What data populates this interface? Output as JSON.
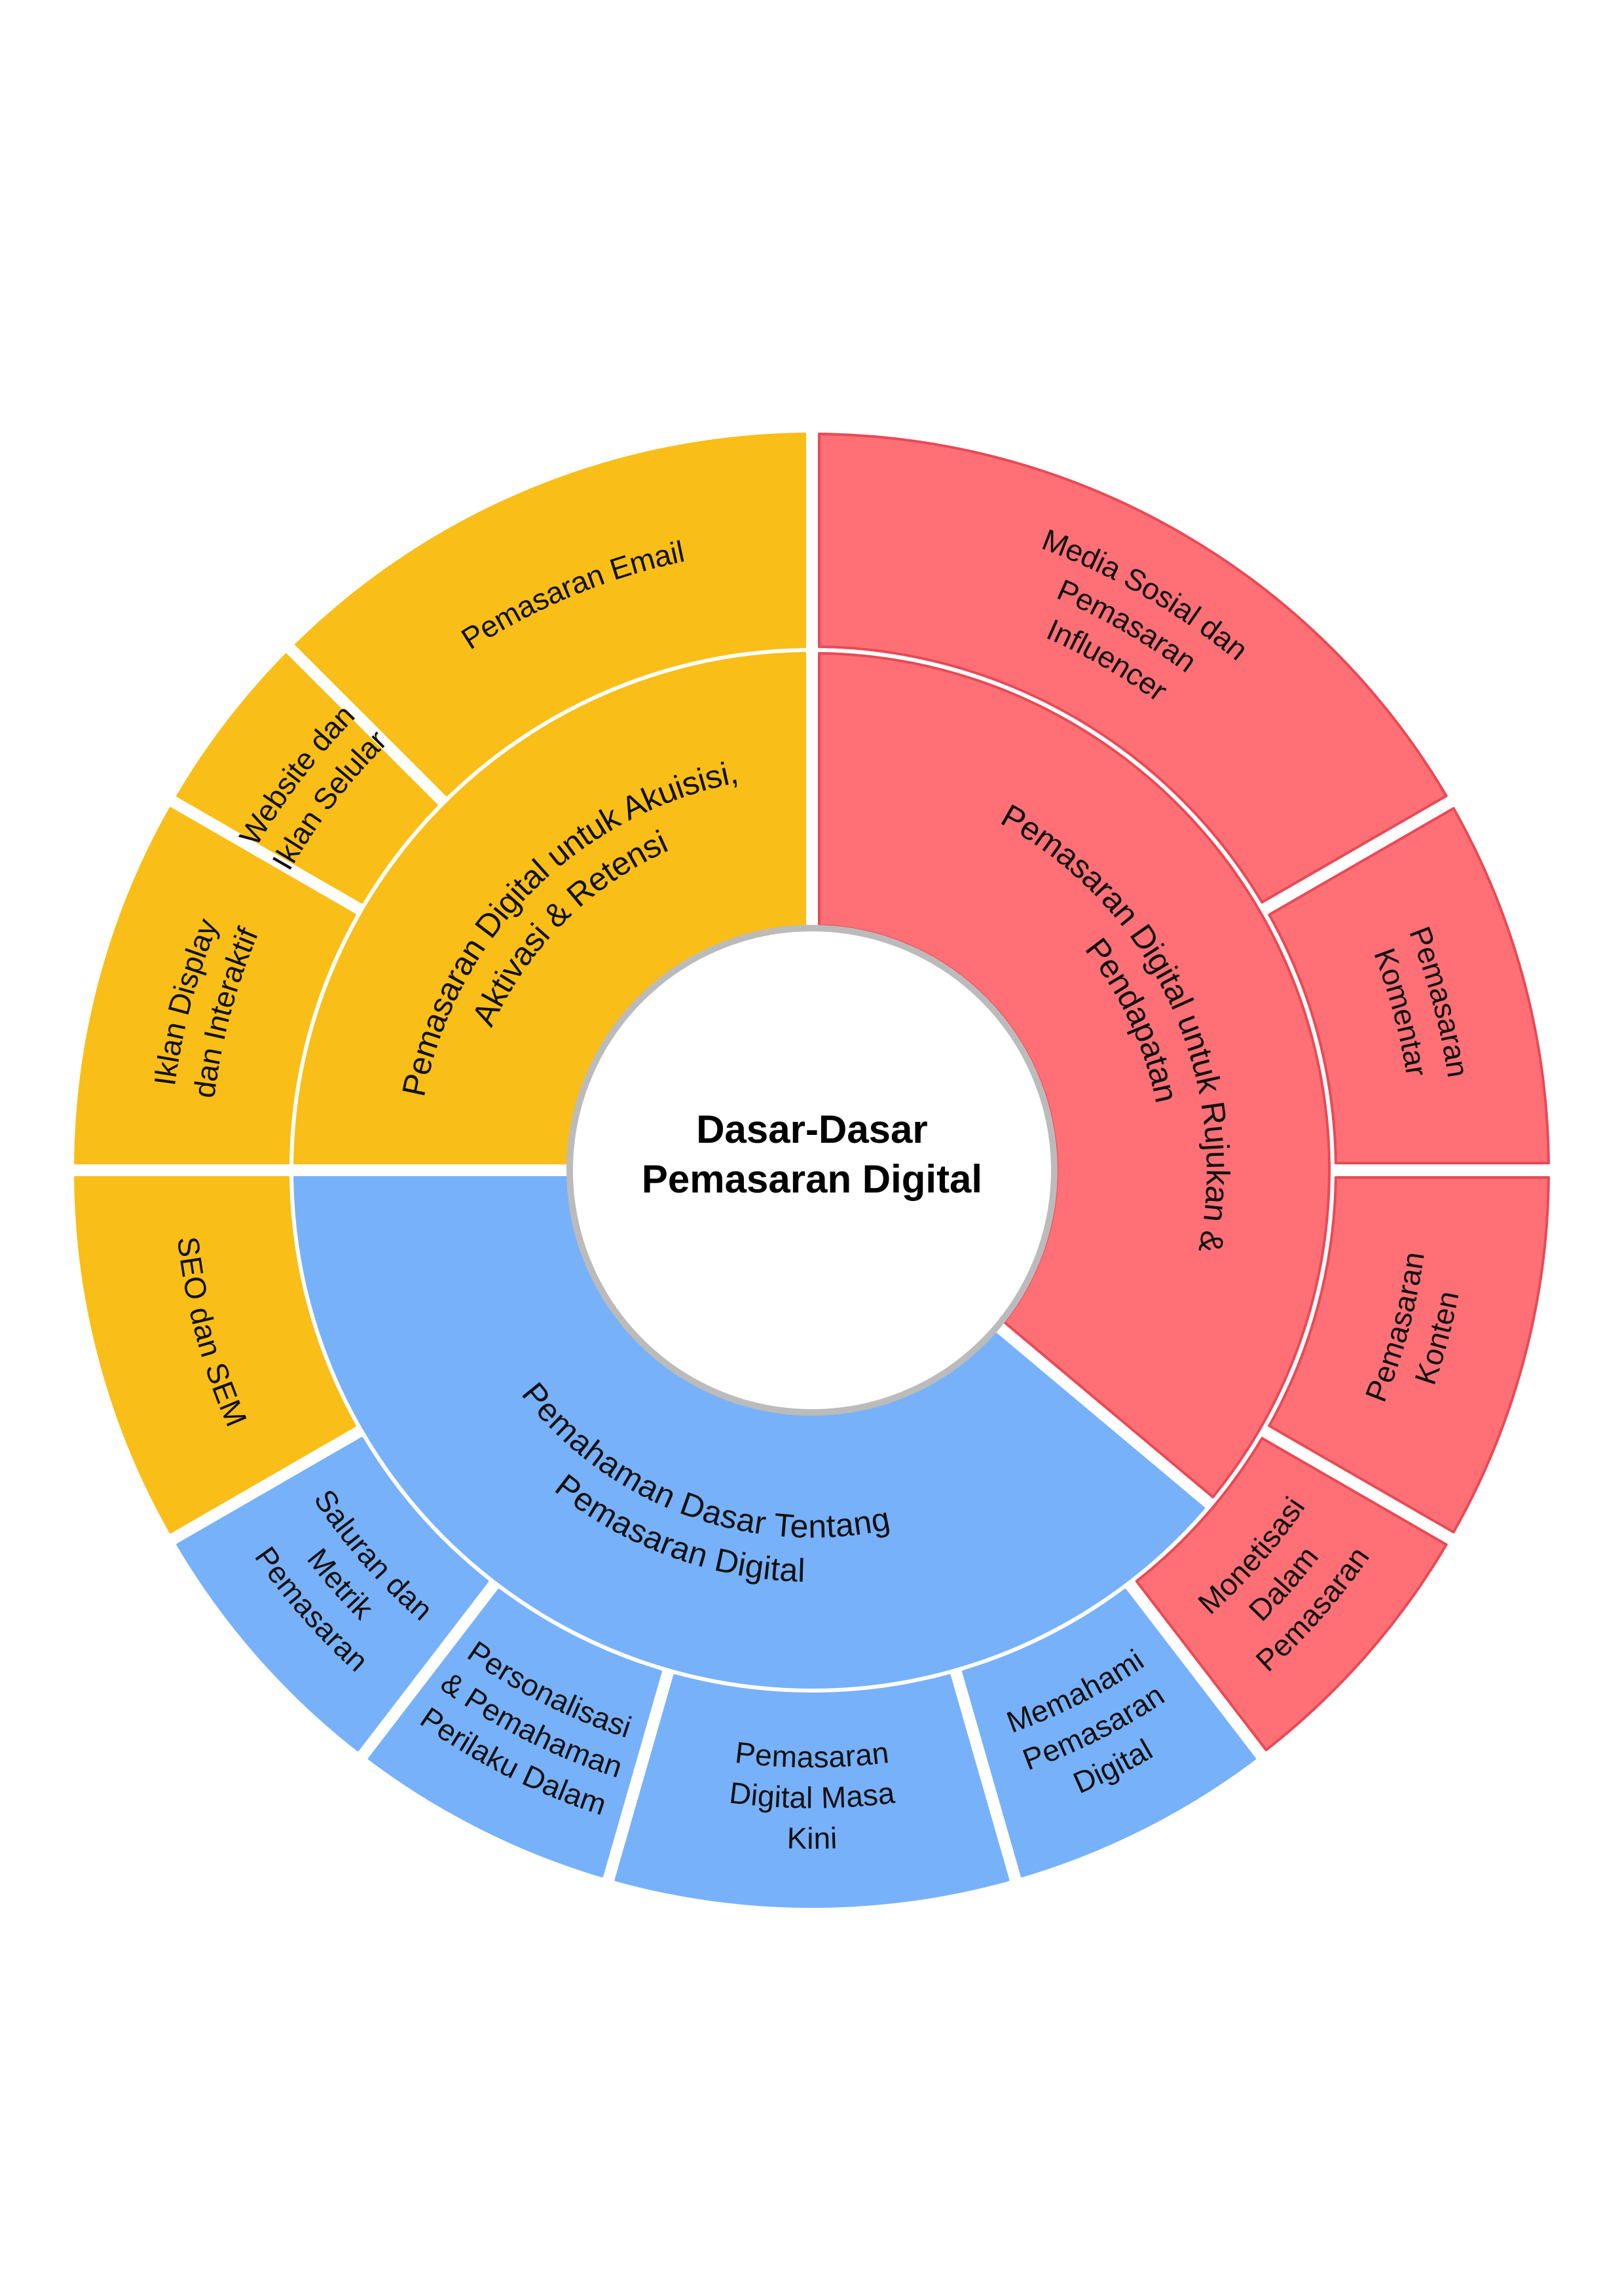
{
  "center": {
    "title_line1": "Dasar-Dasar",
    "title_line2": "Pemasaran Digital"
  },
  "colors": {
    "orange": "#F9BE17",
    "red": "#FF6F76",
    "red_stroke": "#E84A55",
    "blue": "#77B1FA",
    "center_stroke": "#BBBBBB"
  },
  "inner_ring": [
    {
      "label": "Pemasaran Digital untuk Akuisisi, Aktivasi & Retensi",
      "color": "orange"
    },
    {
      "label": "Pemasaran Digital untuk Rujukan & Pendapatan",
      "color": "red"
    },
    {
      "label": "Pemahaman Dasar Tentang Pemasaran Digital",
      "color": "blue"
    }
  ],
  "outer_ring": [
    {
      "label": "Pemasaran Email",
      "color": "orange"
    },
    {
      "label": "Website dan Iklan Selular",
      "color": "orange"
    },
    {
      "label": "Iklan Display dan Interaktif",
      "color": "orange"
    },
    {
      "label": "SEO dan SEM",
      "color": "orange"
    },
    {
      "label": "Saluran dan Metrik Pemasaran",
      "color": "blue"
    },
    {
      "label": "Personalisasi & Pemahaman Perilaku Dalam",
      "color": "blue"
    },
    {
      "label": "Pemasaran Digital Masa Kini",
      "color": "blue"
    },
    {
      "label": "Memahami Pemasaran Digital",
      "color": "blue"
    },
    {
      "label": "Monetisasi Dalam Pemasaran",
      "color": "red"
    },
    {
      "label": "Pemasaran Konten",
      "color": "red"
    },
    {
      "label": "Pemasaran Komentar",
      "color": "red"
    },
    {
      "label": "Media Sosial dan Pemasaran Influencer",
      "color": "red"
    }
  ]
}
